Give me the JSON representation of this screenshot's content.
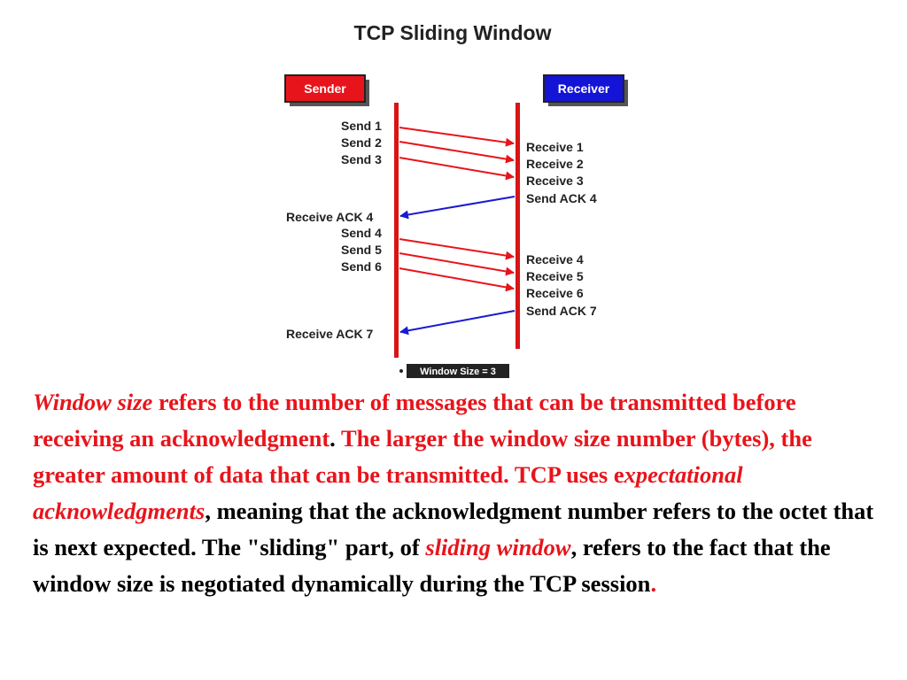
{
  "diagram": {
    "title": "TCP Sliding Window",
    "sender_label": "Sender",
    "receiver_label": "Receiver",
    "sender_events": [
      "Send 1",
      "Send 2",
      "Send 3",
      "Receive ACK 4",
      "Send 4",
      "Send 5",
      "Send 6",
      "Receive ACK 7"
    ],
    "receiver_events": [
      "Receive 1",
      "Receive 2",
      "Receive 3",
      "Send ACK 4",
      "Receive 4",
      "Receive 5",
      "Receive 6",
      "Send ACK 7"
    ],
    "window_size_label": "Window Size = 3",
    "colors": {
      "sender": "#e8141b",
      "receiver": "#1414d6",
      "timeline": "#d81414",
      "ack_arrow": "#1a1ad0",
      "data_arrow": "#e8141b"
    }
  },
  "caption": {
    "p1": "Window size",
    "p2": " refers to the number of messages that can be transmitted before receiving an acknowledgment",
    "p3": ".",
    "p4": " The larger the window size number (bytes), the greater amount of data that can be transmitted. TCP uses e",
    "p5": "xpectational acknowledgments",
    "p6": ", meaning that the acknowledgment number refers to the octet that is next expected. The \"sliding\" part, of ",
    "p7": "sliding window",
    "p8": ", refers to the fact that the window size is negotiated dynamically during the TCP session",
    "p9": "."
  }
}
